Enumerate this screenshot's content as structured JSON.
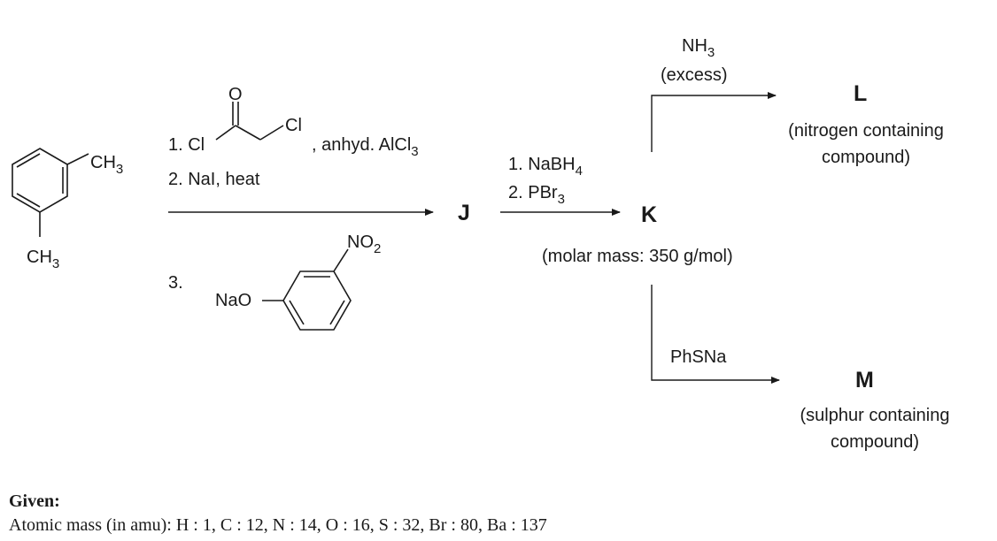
{
  "scheme": {
    "start": {
      "substituent_top": "CH",
      "substituent_top_sub": "3",
      "substituent_bottom": "CH",
      "substituent_bottom_sub": "3"
    },
    "step1": {
      "line1_num": "1. Cl",
      "oxygen": "O",
      "chlorine": "Cl",
      "line1_tail": ", anhyd. AlCl",
      "line1_tail_sub": "3",
      "line2": "2. NaI, heat",
      "line3_num": "3.",
      "nitro_main": "NO",
      "nitro_sub": "2",
      "nao": "NaO"
    },
    "step2": {
      "line1": "1. NaBH",
      "line1_sub": "4",
      "line2": "2. PBr",
      "line2_sub": "3"
    },
    "upper": {
      "reagent_main": "NH",
      "reagent_sub": "3",
      "reagent_note": "(excess)"
    },
    "lower": {
      "reagent": "PhSNa"
    },
    "compounds": {
      "J": "J",
      "K": "K",
      "K_note": "(molar mass: 350 g/mol)",
      "L": "L",
      "L_note1": "(nitrogen containing",
      "L_note2": "compound)",
      "M": "M",
      "M_note1": "(sulphur containing",
      "M_note2": "compound)"
    }
  },
  "given": {
    "title": "Given:",
    "text": "Atomic mass (in amu): H : 1, C : 12, N : 14, O : 16, S : 32, Br : 80, Ba : 137"
  }
}
